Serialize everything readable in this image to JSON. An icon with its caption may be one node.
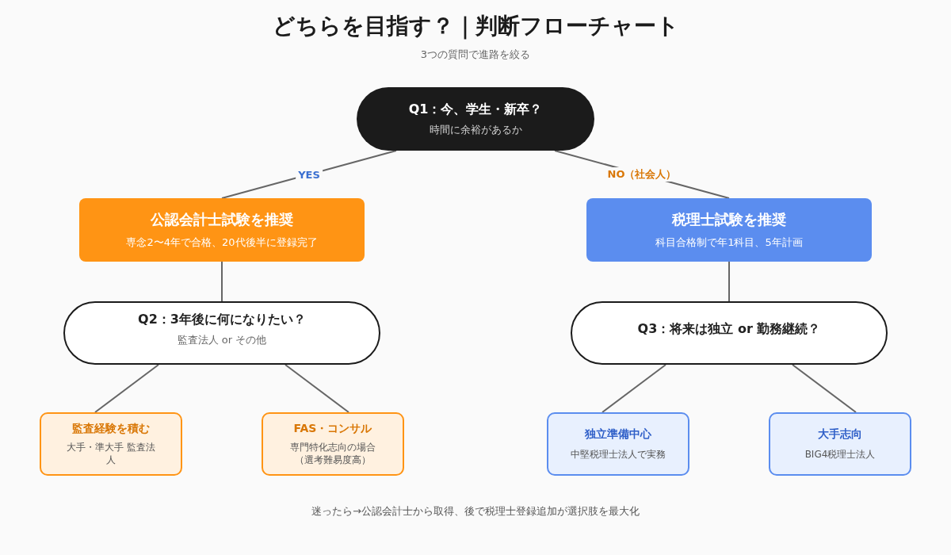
{
  "diagram": {
    "title": "どちらを目指す？｜判断フローチャート",
    "nodes": [
      {
        "text": [
          "Q1：今、学生・新卒？",
          "時間に余裕があるか"
        ]
      },
      {
        "text": [
          "公認会計士試験を推奨",
          "専念2〜4年で合格、20代後半に登録完了"
        ]
      },
      {
        "text": [
          "税理士試験を推奨",
          "科目合格制で年1科目、5年計画"
        ]
      },
      {
        "text": [
          "Q2：3年後に何になりたい？",
          "監査法人 or その他"
        ]
      },
      {
        "text": [
          "Q3：将来は独立 or 勤務継続？"
        ]
      },
      {
        "text": [
          "監査経験を積む",
          "大手・準大手 監査法人"
        ]
      },
      {
        "text": [
          "FAS・コンサル",
          "専門特化志向の場合（選考難易度高）"
        ]
      },
      {
        "text": [
          "独立準備中心",
          "中堅税理士法人で実務"
        ]
      },
      {
        "text": [
          "大手志向",
          "BIG4税理士法人"
        ]
      }
    ],
    "edges": [
      {
        "from": 0,
        "to": 1,
        "arrow": "none",
        "label": "YES"
      },
      {
        "from": 0,
        "to": 2,
        "arrow": "none",
        "label": "NO（社会人）"
      },
      {
        "from": 1,
        "to": 3,
        "arrow": "none"
      },
      {
        "from": 2,
        "to": 4,
        "arrow": "none"
      },
      {
        "from": 3,
        "to": 5,
        "arrow": "none"
      },
      {
        "from": 3,
        "to": 6,
        "arrow": "none"
      },
      {
        "from": 4,
        "to": 7,
        "arrow": "none"
      },
      {
        "from": 4,
        "to": 8,
        "arrow": "none"
      }
    ],
    "labels": [
      "3つの質問で進路を絞る",
      "迷ったら→公認会計士から取得、後で税理士登録追加が選択肢を最大化"
    ]
  }
}
